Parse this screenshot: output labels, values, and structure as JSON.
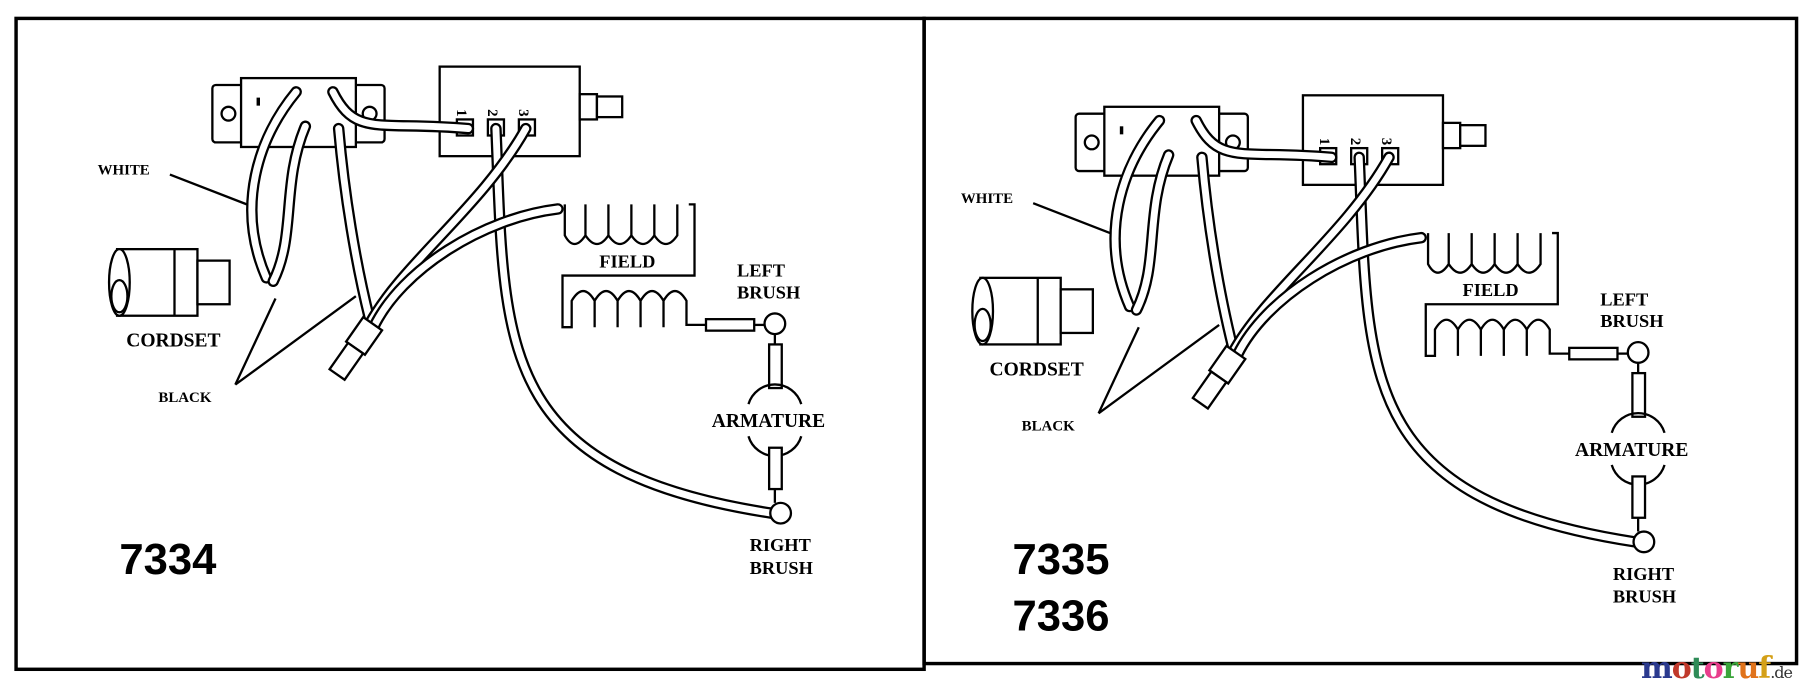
{
  "panels": [
    {
      "model_numbers": [
        "7334"
      ],
      "labels": {
        "white": "WHITE",
        "cordset": "CORDSET",
        "black": "BLACK",
        "field": "FIELD",
        "left_brush_1": "LEFT",
        "left_brush_2": "BRUSH",
        "armature": "ARMATURE",
        "right_brush_1": "RIGHT",
        "right_brush_2": "BRUSH"
      },
      "terminals": [
        "1",
        "2",
        "3"
      ]
    },
    {
      "model_numbers": [
        "7335",
        "7336"
      ],
      "labels": {
        "white": "WHITE",
        "cordset": "CORDSET",
        "black": "BLACK",
        "field": "FIELD",
        "left_brush_1": "LEFT",
        "left_brush_2": "BRUSH",
        "armature": "ARMATURE",
        "right_brush_1": "RIGHT",
        "right_brush_2": "BRUSH"
      },
      "terminals": [
        "1",
        "2",
        "3"
      ]
    }
  ],
  "watermark": {
    "name": "motoruf",
    "suffix": ".de",
    "colors": [
      "#2b3a8f",
      "#c0392b",
      "#2e8b57",
      "#e83e8c",
      "#3aa53a",
      "#e0731b",
      "#d4a017",
      "#3a6fd8"
    ]
  }
}
